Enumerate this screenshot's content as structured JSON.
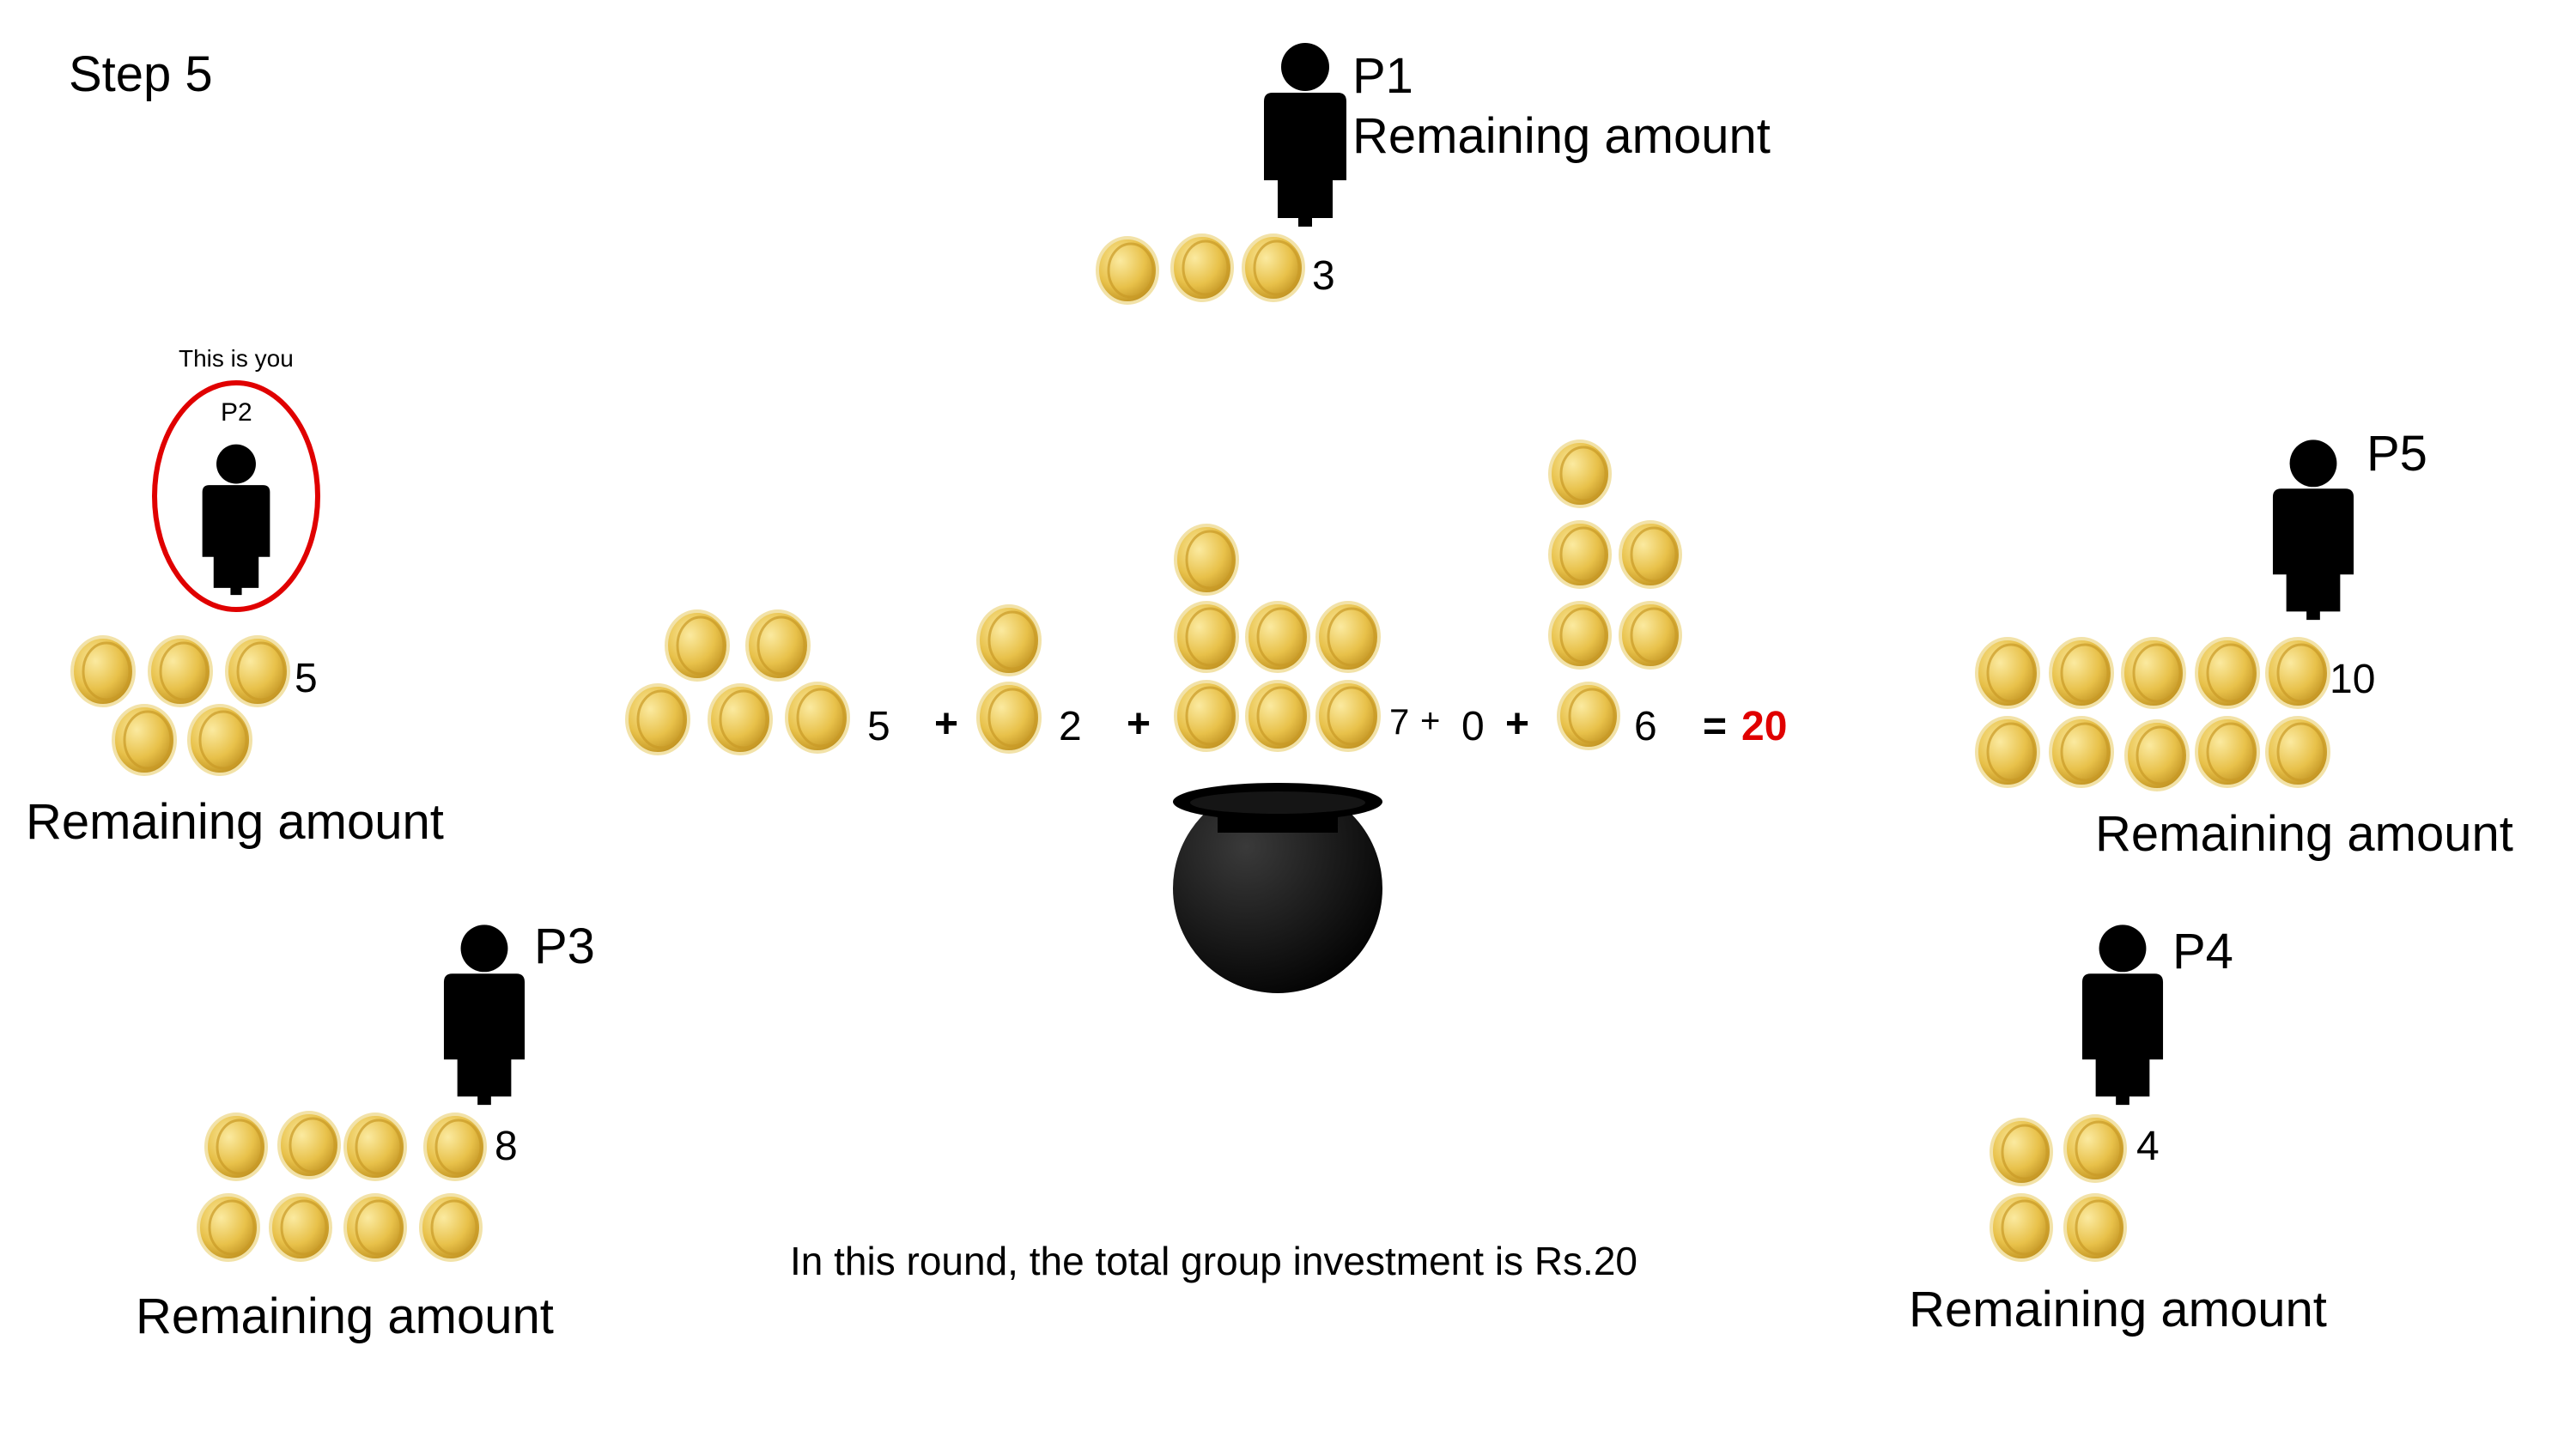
{
  "step_label": "Step 5",
  "you_label": "This is you",
  "remaining_label": "Remaining amount",
  "footer_text": "In this round, the total group investment is Rs.20",
  "total": "20",
  "colors": {
    "coin_light": "#f7df83",
    "coin_mid": "#e3b83a",
    "coin_dark": "#a87912",
    "highlight_ring": "#e00000",
    "total_red": "#e00000",
    "silhouette": "#000000"
  },
  "players": {
    "p1": {
      "name": "P1",
      "remaining": "3"
    },
    "p2": {
      "name": "P2",
      "remaining": "5"
    },
    "p3": {
      "name": "P3",
      "remaining": "8"
    },
    "p4": {
      "name": "P4",
      "remaining": "4"
    },
    "p5": {
      "name": "P5",
      "remaining": "10"
    }
  },
  "equation": {
    "terms": [
      "5",
      "2",
      "7",
      "0",
      "6"
    ],
    "plus": "+",
    "equals": "="
  }
}
